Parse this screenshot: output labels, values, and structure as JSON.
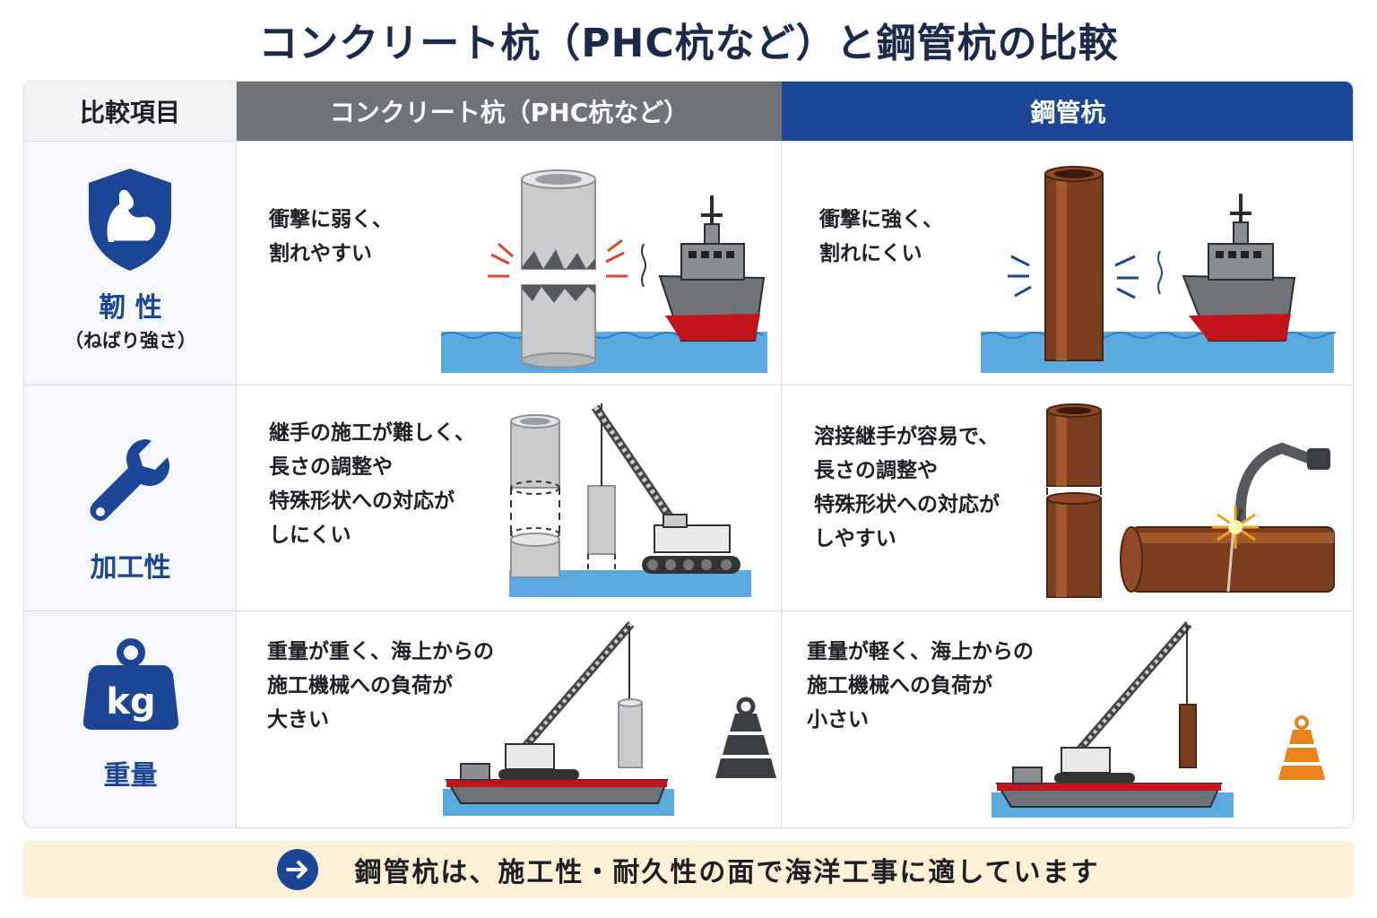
{
  "title": "コンクリート杭（PHC杭など）と鋼管杭の比較",
  "header": {
    "item": "比較項目",
    "concrete": "コンクリート杭（PHC杭など）",
    "steel": "鋼管杭"
  },
  "rows": [
    {
      "label": "靭 性",
      "sublabel": "（ねばり強さ）",
      "icon": "strong-arm-shield-icon",
      "concrete": [
        "衝撃に弱く、",
        "割れやすい"
      ],
      "steel": [
        "衝撃に強く、",
        "割れにくい"
      ]
    },
    {
      "label": "加工性",
      "icon": "wrench-icon",
      "concrete": [
        "継手の施工が難しく、",
        "長さの調整や",
        "特殊形状への対応が",
        "しにくい"
      ],
      "steel": [
        "溶接継手が容易で、",
        "長さの調整や",
        "特殊形状への対応が",
        "しやすい"
      ]
    },
    {
      "label": "重量",
      "icon": "kg-weight-icon",
      "icon_text": "kg",
      "concrete": [
        "重量が重く、海上からの",
        "施工機械への負荷が",
        "大きい"
      ],
      "steel": [
        "重量が軽く、海上からの",
        "施工機械への負荷が",
        "小さい"
      ]
    }
  ],
  "footer": {
    "icon": "arrow-right-icon",
    "text": "鋼管杭は、施工性・耐久性の面で海洋工事に適しています"
  },
  "colors": {
    "navy": "#1b4595",
    "gray_header": "#6f7378",
    "concrete": "#c9cbcd",
    "steel": "#7a3e1c",
    "water": "#5aa9df",
    "ship_red": "#c2141b",
    "weight_orange": "#e8841a",
    "footer_bg": "#fcf1d4"
  }
}
